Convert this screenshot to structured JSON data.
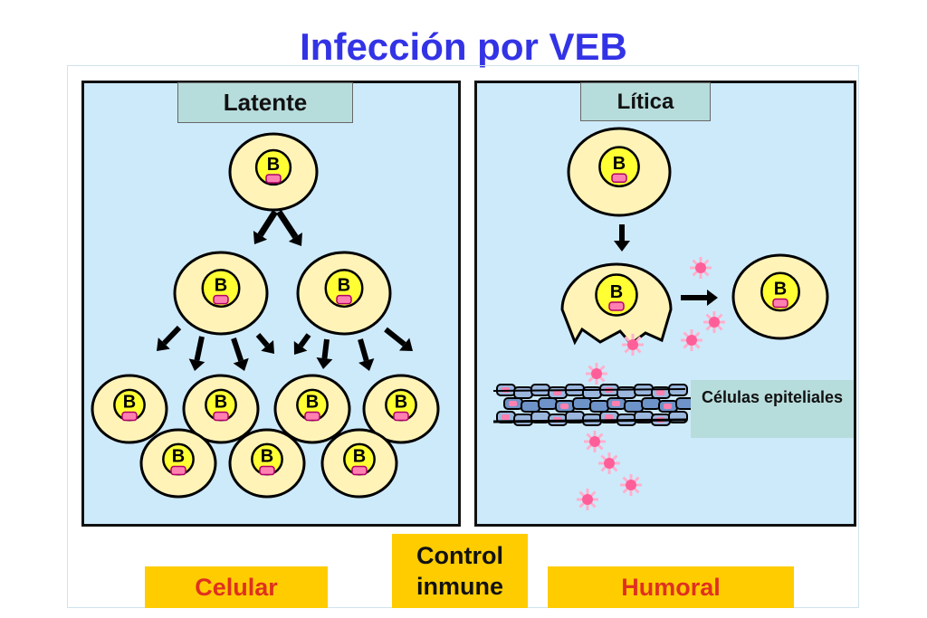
{
  "title": "Infección por VEB",
  "left_panel": {
    "label": "Latente"
  },
  "right_panel": {
    "label": "Lítica",
    "epithelial_label": "Células epiteliales"
  },
  "cell_letter": "B",
  "bottom": {
    "cellular": "Celular",
    "immune_control": "Control inmune",
    "humoral": "Humoral"
  },
  "colors": {
    "title": "#3333e6",
    "panel": "#cdeafb",
    "tag": "#b7dcdc",
    "orange": "#ffcc00",
    "red_text": "#e03020",
    "cell": "#fff3b8",
    "nucleus": "#ffff33",
    "virus": "#ff80b0"
  }
}
